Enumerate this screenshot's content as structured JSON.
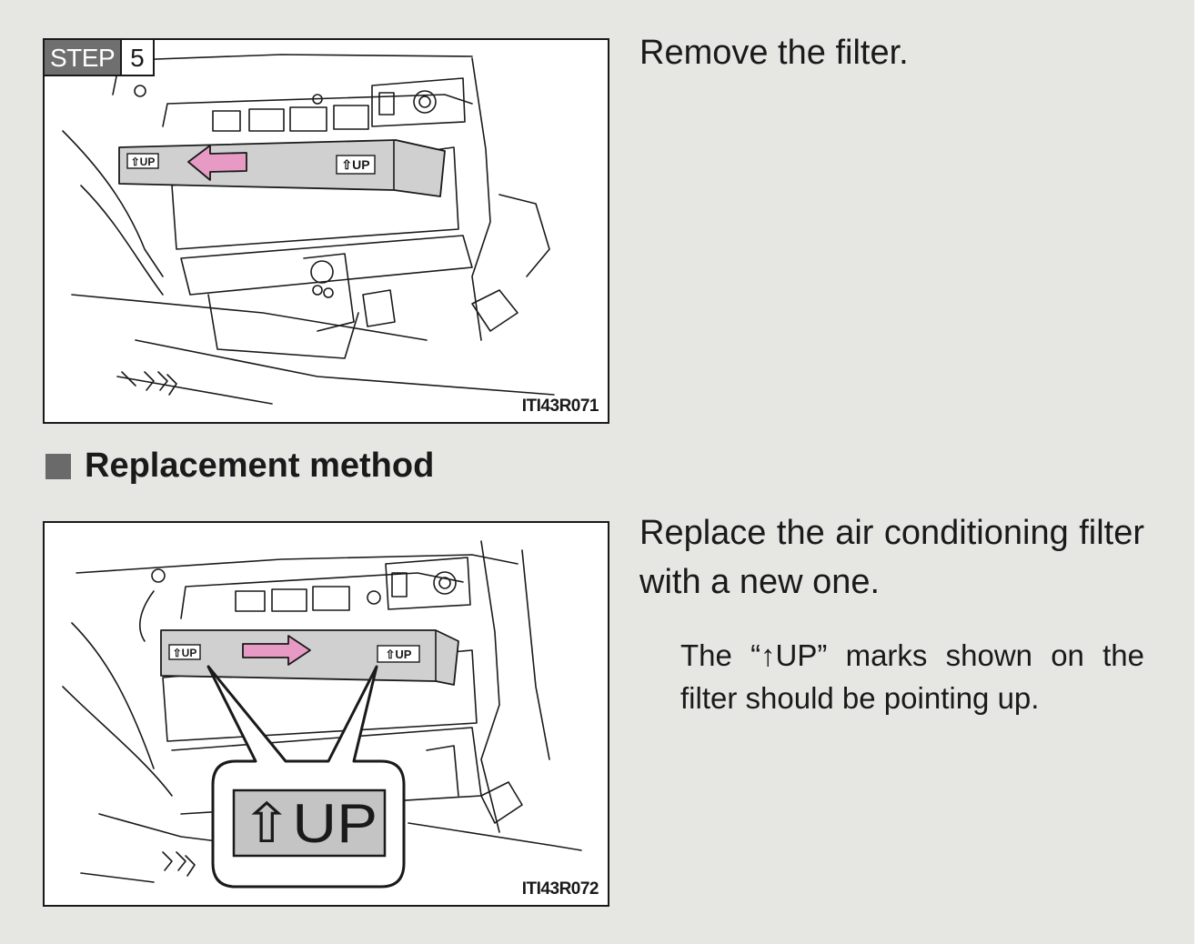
{
  "step1": {
    "step_word": "STEP",
    "step_number": "5",
    "figure_code": "ITI43R071",
    "filter_label_left": "⇧UP",
    "filter_label_right": "⇧UP",
    "instruction": "Remove the filter."
  },
  "section": {
    "title": "Replacement method"
  },
  "step2": {
    "figure_code": "ITI43R072",
    "filter_label_left": "⇧UP",
    "filter_label_right": "⇧UP",
    "callout_label": "⇧UP",
    "instruction": "Replace the air conditioning filter with a new one.",
    "note": "The “↑UP” marks shown on the filter should be pointing up."
  },
  "colors": {
    "page_background": "#e6e6e3",
    "arrow_pink": "#e79ac4",
    "step_badge_gray": "#6f6f6f",
    "filter_gray": "#d0d0d0",
    "callout_gray": "#c4c4c4"
  }
}
